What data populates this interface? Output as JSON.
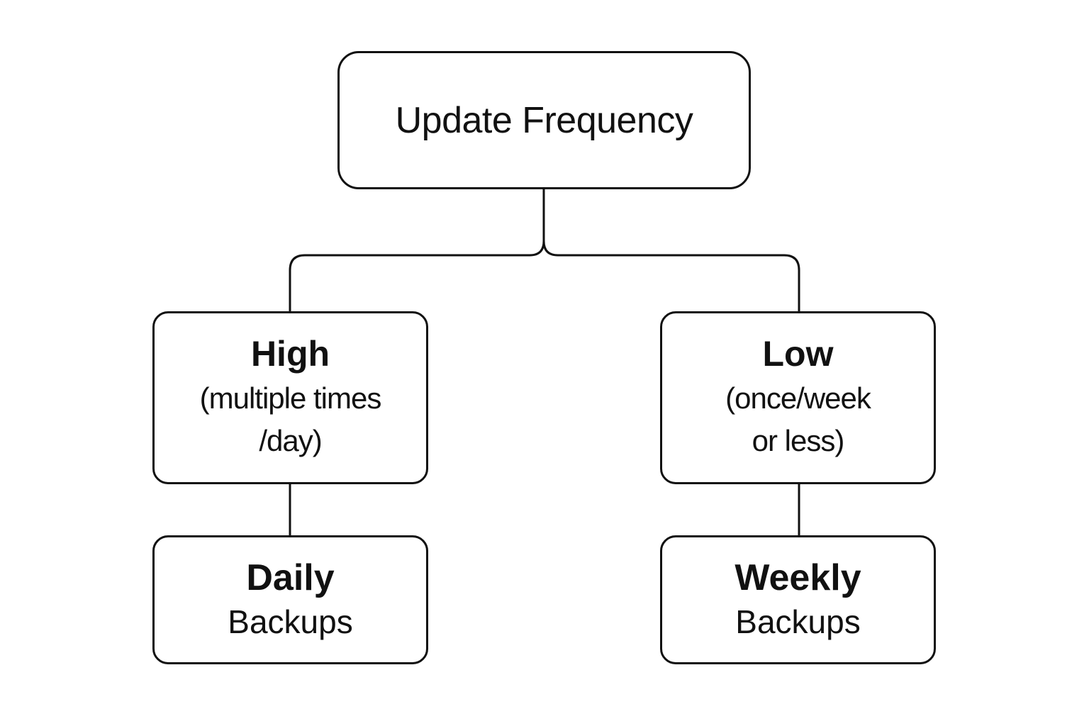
{
  "diagram": {
    "root": {
      "label": "Update Frequency"
    },
    "branches": [
      {
        "title": "High",
        "detail_line1": "(multiple times",
        "detail_line2": "/day)",
        "action_line1": "Daily",
        "action_line2": "Backups"
      },
      {
        "title": "Low",
        "detail_line1": "(once/week",
        "detail_line2": "or less)",
        "action_line1": "Weekly",
        "action_line2": "Backups"
      }
    ]
  }
}
